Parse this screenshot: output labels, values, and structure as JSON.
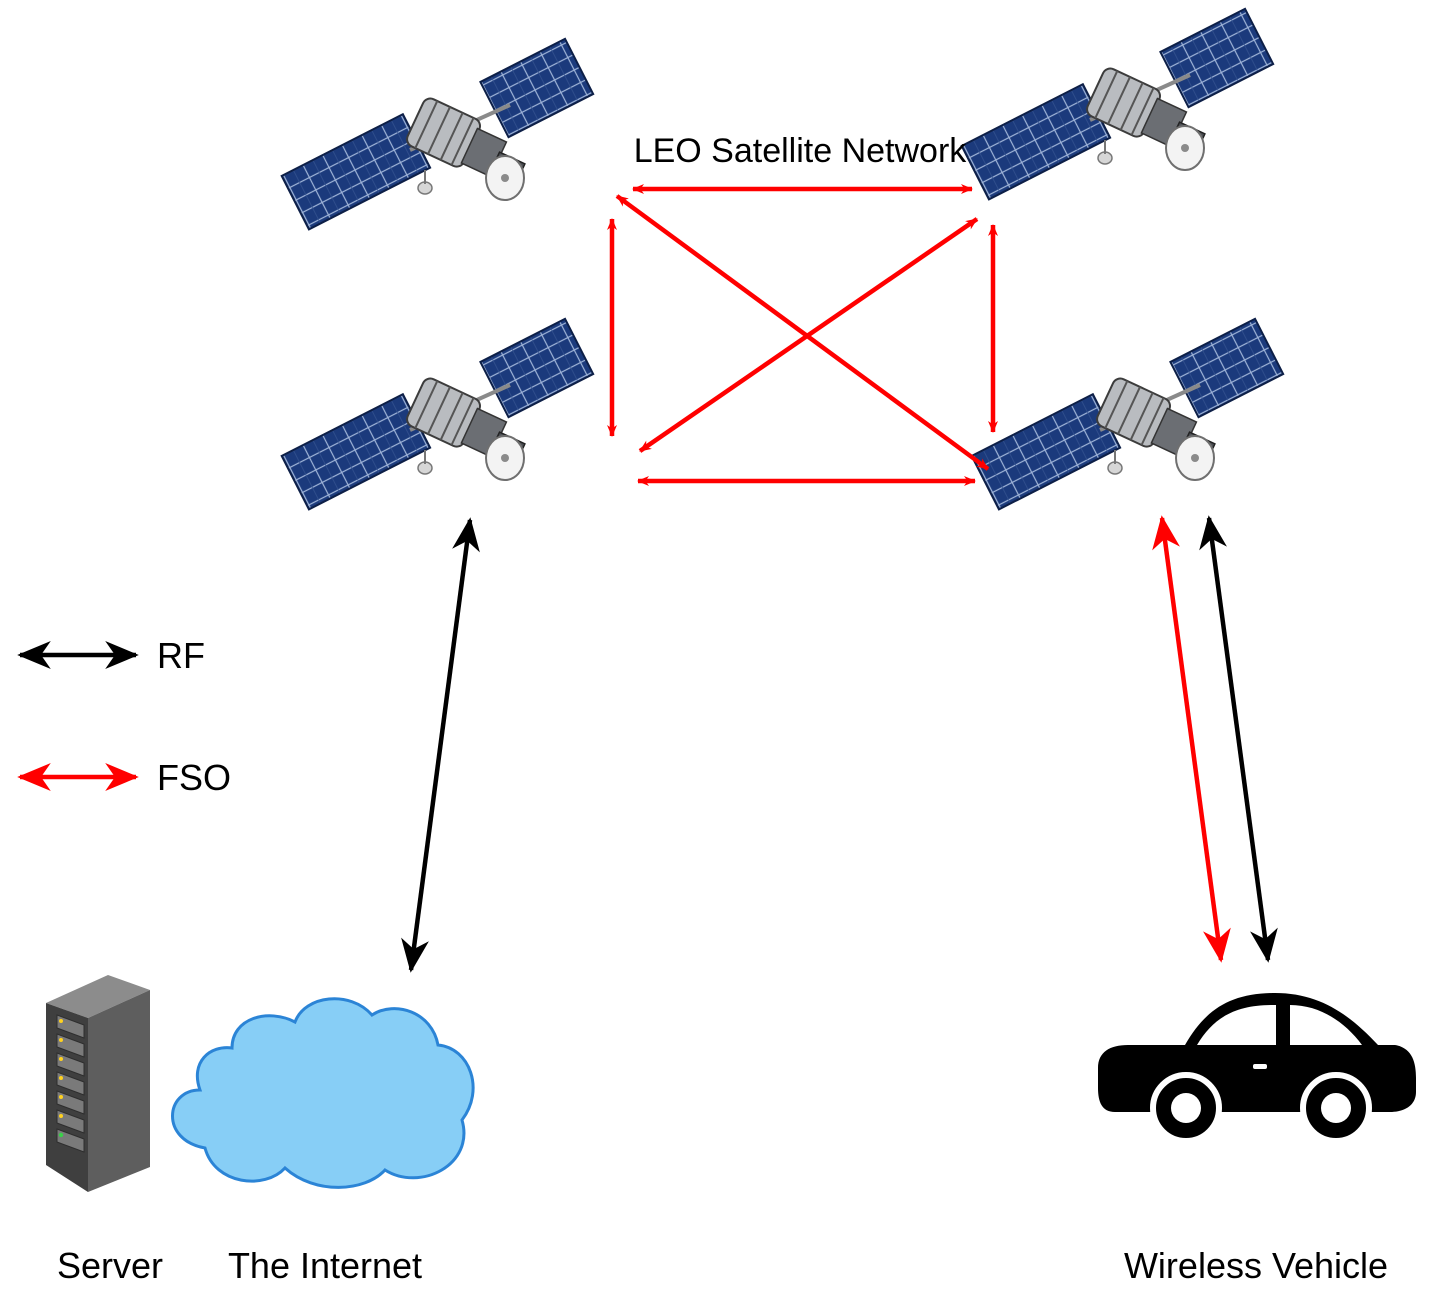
{
  "network_label": "LEO Satellite Network",
  "legend": {
    "rf_label": "RF",
    "fso_label": "FSO"
  },
  "nodes": {
    "server_label": "Server",
    "internet_label": "The Internet",
    "vehicle_label": "Wireless Vehicle"
  },
  "colors": {
    "rf": "#000000",
    "fso": "#ff0000",
    "cloud_fill": "#87cef6",
    "cloud_stroke": "#2b84d6",
    "panel": "#17306b",
    "server_body": "#4a4a4a"
  },
  "links": [
    {
      "type": "FSO",
      "from": "satellite-top-left",
      "to": "satellite-top-right"
    },
    {
      "type": "FSO",
      "from": "satellite-top-left",
      "to": "satellite-bottom-left"
    },
    {
      "type": "FSO",
      "from": "satellite-top-left",
      "to": "satellite-bottom-right"
    },
    {
      "type": "FSO",
      "from": "satellite-bottom-left",
      "to": "satellite-top-right"
    },
    {
      "type": "FSO",
      "from": "satellite-bottom-left",
      "to": "satellite-bottom-right"
    },
    {
      "type": "FSO",
      "from": "satellite-top-right",
      "to": "satellite-bottom-right"
    },
    {
      "type": "RF",
      "from": "satellite-bottom-left",
      "to": "the-internet"
    },
    {
      "type": "FSO",
      "from": "satellite-bottom-right",
      "to": "wireless-vehicle"
    },
    {
      "type": "RF",
      "from": "satellite-bottom-right",
      "to": "wireless-vehicle"
    }
  ]
}
